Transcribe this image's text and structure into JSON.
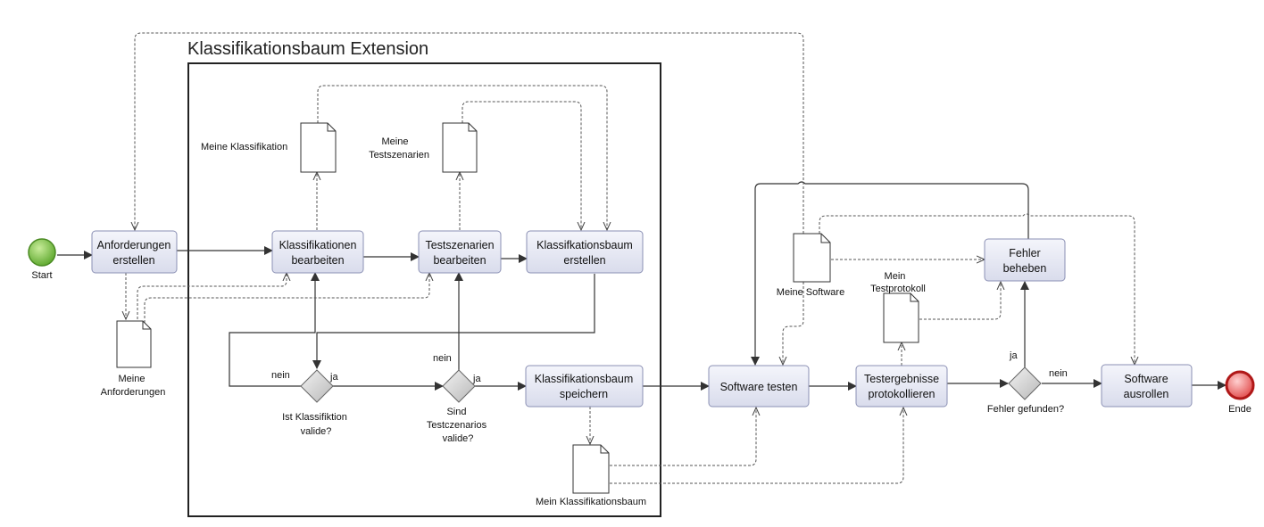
{
  "pool": {
    "title": "Klassifikationsbaum Extension"
  },
  "events": {
    "start": "Start",
    "end": "Ende"
  },
  "tasks": {
    "anforderungen": [
      "Anforderungen",
      "erstellen"
    ],
    "klassifikationen": [
      "Klassifikationen",
      "bearbeiten"
    ],
    "testszenarien": [
      "Testszenarien",
      "bearbeiten"
    ],
    "kb_erstellen": [
      "Klassifkationsbaum",
      "erstellen"
    ],
    "kb_speichern": [
      "Klassifikationsbaum",
      "speichern"
    ],
    "software_testen": [
      "Software testen"
    ],
    "testergebnisse": [
      "Testergebnisse",
      "protokollieren"
    ],
    "fehler_beheben": [
      "Fehler",
      "beheben"
    ],
    "software_ausrollen": [
      "Software",
      "ausrollen"
    ]
  },
  "documents": {
    "meine_klassifikation": [
      "Meine Klassifikation"
    ],
    "meine_testszenarien": [
      "Meine",
      "Testszenarien"
    ],
    "meine_anforderungen": [
      "Meine",
      "Anforderungen"
    ],
    "mein_klassifikationsbaum": [
      "Mein Klassifikationsbaum"
    ],
    "meine_software": [
      "Meine Software"
    ],
    "mein_testprotokoll": [
      "Mein",
      "Testprotokoll"
    ]
  },
  "gateways": {
    "klassifikation_valide": [
      "Ist Klassifiktion",
      "valide?"
    ],
    "testczenarios_valide": [
      "Sind",
      "Testczenarios",
      "valide?"
    ],
    "fehler_gefunden": [
      "Fehler gefunden?"
    ]
  },
  "flow_labels": {
    "nein": "nein",
    "ja": "ja"
  }
}
